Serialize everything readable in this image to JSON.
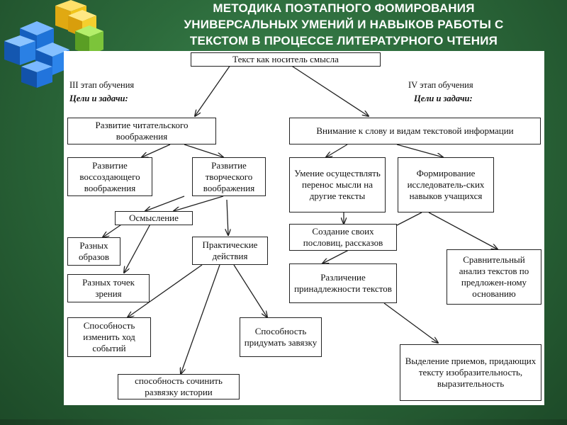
{
  "slide": {
    "title_lines": [
      "МЕТОДИКА ПОЭТАПНОГО ФОМИРОВАНИЯ",
      "УНИВЕРСАЛЬНЫХ УМЕНИЙ И НАВЫКОВ РАБОТЫ С",
      "ТЕКСТОМ В ПРОЦЕССЕ ЛИТЕРАТУРНОГО ЧТЕНИЯ"
    ],
    "decor_icon": "colored-cubes-icon",
    "colors": {
      "background": "#2c6a3b",
      "title": "#ffffff",
      "cube_blue": "#1e73d8",
      "cube_yellow": "#f2c51a",
      "cube_green": "#7cc43a"
    }
  },
  "diagram": {
    "root": "Текст как носитель смысла",
    "stage3": {
      "label": "III этап обучения",
      "goals": "Цели и задачи:"
    },
    "stage4": {
      "label": "IV этап обучения",
      "goals": "Цели и задачи:"
    },
    "nodes": {
      "reader_imagination": "Развитие читательского воображения",
      "recreative_imagination": "Развитие воссоздающего воображения",
      "creative_imagination": "Развитие творческого воображения",
      "comprehension": "Осмысление",
      "different_images": "Разных образов",
      "points_of_view": "Разных точек зрения",
      "practical_actions": "Практические действия",
      "change_course": "Способность изменить ход событий",
      "invent_plot": "Способность придумать завязку",
      "compose_ending": "способность сочинить развязку истории",
      "word_attention": "Внимание к слову и видам текстовой информации",
      "transfer_thought": "Умение осуществлять перенос мысли на другие тексты",
      "research_skills": "Формирование исследователь-ских навыков учащихся",
      "own_proverbs": "Создание своих пословиц, рассказов",
      "text_belonging": "Различение принадлежности текстов",
      "comparative_analysis": "Сравнительный анализ текстов по предложен-ному основанию",
      "expressive_means": "Выделение приемов, придающих тексту изобразительность, выразительность"
    }
  }
}
